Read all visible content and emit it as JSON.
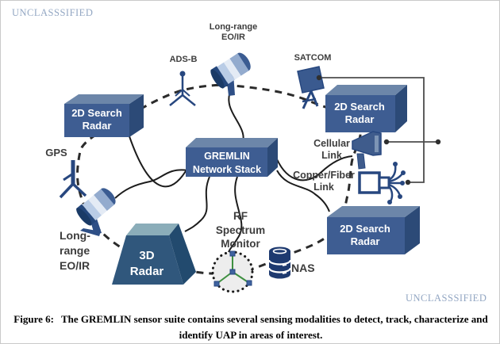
{
  "classification": {
    "top": "UNCLASSSIFIED",
    "bottom": "UNCLASSSIFIED"
  },
  "caption": {
    "label": "Figure 6:",
    "line1": "The GREMLIN sensor suite contains several sensing modalities to detect, track, characterize and",
    "line2": "identify UAP in areas of interest."
  },
  "hub": {
    "line1": "GREMLIN",
    "line2": "Network Stack"
  },
  "nodes": {
    "radar_top_left": {
      "line1": "2D Search",
      "line2": "Radar"
    },
    "radar_top_right": {
      "line1": "2D Search",
      "line2": "Radar"
    },
    "radar_bottom_right": {
      "line1": "2D Search",
      "line2": "Radar"
    },
    "radar_3d": {
      "line1": "3D",
      "line2": "Radar"
    },
    "adsb": {
      "label": "ADS-B"
    },
    "eoir_top": {
      "line1": "Long-range",
      "line2": "EO/IR"
    },
    "satcom": {
      "label": "SATCOM"
    },
    "gps": {
      "label": "GPS"
    },
    "cellular": {
      "line1": "Cellular",
      "line2": "Link"
    },
    "copper_fiber": {
      "line1": "Copper/Fiber",
      "line2": "Link"
    },
    "eoir_bottom": {
      "line1": "Long-",
      "line2": "range",
      "line3": "EO/IR"
    },
    "rf_monitor": {
      "line1": "RF",
      "line2": "Spectrum",
      "line3": "Monitor"
    },
    "nas": {
      "label": "NAS"
    }
  },
  "icons": [
    "eo-ir-camera-icon",
    "adsb-antenna-icon",
    "satcom-dish-icon",
    "gps-antenna-icon",
    "cellular-horn-icon",
    "copper-fiber-connector-icon",
    "rf-spectrum-monitor-icon",
    "nas-database-icon"
  ],
  "colors": {
    "box_front": "#3e5d92",
    "box_top": "#6c86a9",
    "box_side": "#2c4a77",
    "radar3d_front": "#30577c",
    "radar3d_top": "#8badb9",
    "radar3d_side": "#224a6e",
    "icon_navy": "#27477f",
    "monitor_green": "#3e9040",
    "classification_text": "#93a7c3",
    "label_text": "#3d3d3d"
  }
}
